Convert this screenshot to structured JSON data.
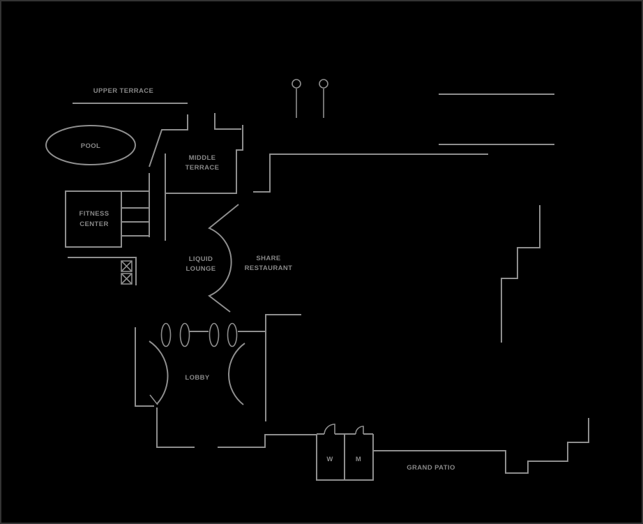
{
  "plan": {
    "type": "resort-floor-plan",
    "colors": {
      "background": "#000000",
      "walls": "#8f8f8f",
      "text": "#888888",
      "frame_border": "#333333"
    },
    "rooms": [
      {
        "id": "upper-terrace",
        "lines": [
          "UPPER TERRACE"
        ]
      },
      {
        "id": "pool",
        "lines": [
          "POOL"
        ]
      },
      {
        "id": "middle-terrace",
        "lines": [
          "MIDDLE",
          "TERRACE"
        ]
      },
      {
        "id": "fitness-center",
        "lines": [
          "FITNESS",
          "CENTER"
        ]
      },
      {
        "id": "liquid-lounge",
        "lines": [
          "LIQUID",
          "LOUNGE"
        ]
      },
      {
        "id": "share-restaurant",
        "lines": [
          "SHARE",
          "RESTAURANT"
        ]
      },
      {
        "id": "lobby",
        "lines": [
          "LOBBY"
        ]
      },
      {
        "id": "restroom-women",
        "lines": [
          "W"
        ]
      },
      {
        "id": "restroom-men",
        "lines": [
          "M"
        ]
      },
      {
        "id": "grand-patio",
        "lines": [
          "GRAND PATIO"
        ]
      }
    ]
  }
}
